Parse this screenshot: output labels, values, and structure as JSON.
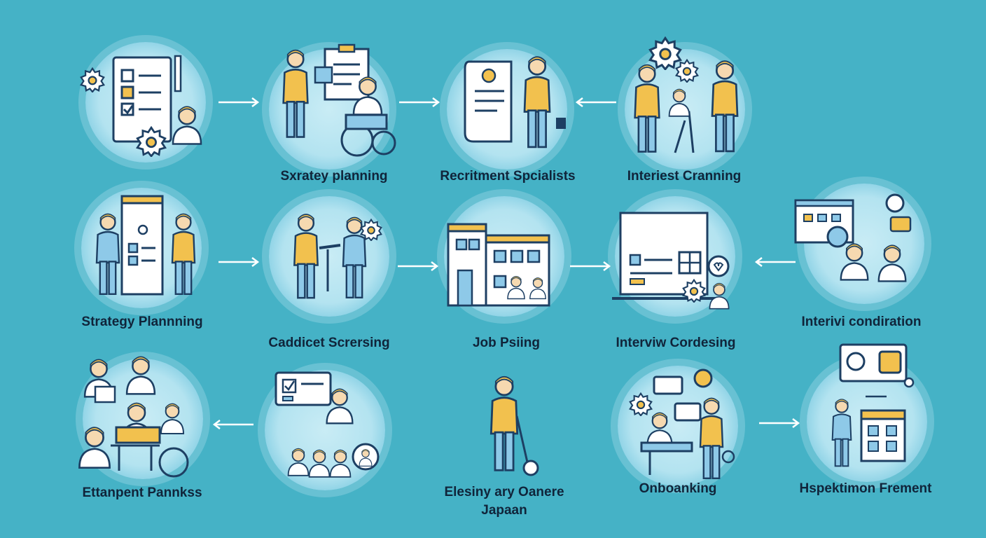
{
  "diagram": {
    "background": "#45b2c6",
    "palette": {
      "outline": "#1d3f63",
      "yellow": "#f2c14e",
      "blue": "#8ec9e8",
      "paper": "#ffffff",
      "skin": "#f6d9b0"
    },
    "nodes": [
      {
        "id": "n1",
        "label": "",
        "icon": "checklist-gears-person-icon"
      },
      {
        "id": "n2",
        "label": "Sxratey planning",
        "icon": "presentation-wheelchair-icon"
      },
      {
        "id": "n3",
        "label": "Recritment Spcialists",
        "icon": "recruiter-document-icon"
      },
      {
        "id": "n4",
        "label": "Interiest Cranning",
        "icon": "team-gears-icon"
      },
      {
        "id": "n5",
        "label": "Strategy Plannning",
        "icon": "board-discussion-icon"
      },
      {
        "id": "n6",
        "label": "Caddicet Scrersing",
        "icon": "handshake-gear-icon"
      },
      {
        "id": "n7",
        "label": "Job Psiing",
        "icon": "office-building-icon"
      },
      {
        "id": "n8",
        "label": "Interviw Cordesing",
        "icon": "laptop-dashboard-icon"
      },
      {
        "id": "n9",
        "label": "Interivi condiration",
        "icon": "screen-chat-people-icon"
      },
      {
        "id": "n10",
        "label": "Ettanpent Pannkss",
        "icon": "group-desk-icon"
      },
      {
        "id": "n11",
        "label": "",
        "icon": "audience-speech-icon"
      },
      {
        "id": "n12",
        "label": "Elesiny ary Oanere\nJapaan",
        "icon": "person-cane-icon"
      },
      {
        "id": "n13",
        "label": "Onboanking",
        "icon": "onboarding-desk-icon"
      },
      {
        "id": "n14",
        "label": "Hspektimon Frement",
        "icon": "calendar-planning-icon"
      }
    ],
    "arrows": [
      {
        "from": "n1",
        "to": "n2",
        "direction": "right"
      },
      {
        "from": "n2",
        "to": "n3",
        "direction": "right"
      },
      {
        "from": "n4",
        "to": "n3",
        "direction": "left"
      },
      {
        "from": "n5",
        "to": "n6",
        "direction": "right"
      },
      {
        "from": "n6",
        "to": "n7",
        "direction": "right"
      },
      {
        "from": "n7",
        "to": "n8",
        "direction": "right"
      },
      {
        "from": "n9",
        "to": "n8",
        "direction": "left"
      },
      {
        "from": "n11",
        "to": "n10",
        "direction": "left"
      },
      {
        "from": "n13",
        "to": "n14",
        "direction": "right"
      }
    ]
  }
}
